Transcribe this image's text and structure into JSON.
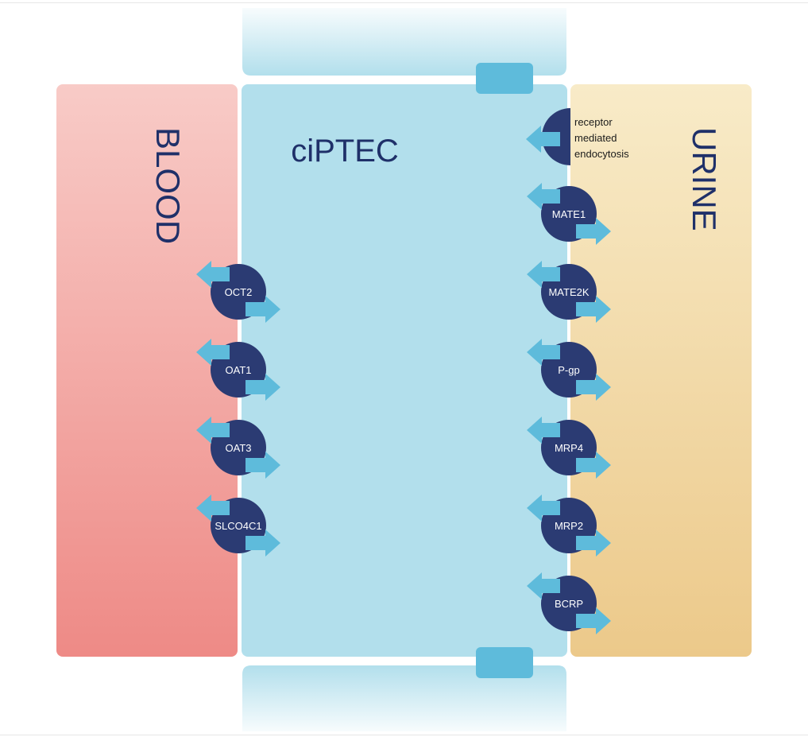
{
  "regions": {
    "blood": {
      "label": "BLOOD"
    },
    "cell": {
      "label": "ciPTEC"
    },
    "urine": {
      "label": "URINE"
    }
  },
  "endocytosis": {
    "lines": [
      "receptor",
      "mediated",
      "endocytosis"
    ]
  },
  "basolateral_transporters": [
    {
      "label": "OCT2"
    },
    {
      "label": "OAT1"
    },
    {
      "label": "OAT3"
    },
    {
      "label": "SLCO4C1"
    }
  ],
  "apical_transporters": [
    {
      "label": "MATE1"
    },
    {
      "label": "MATE2K"
    },
    {
      "label": "P-gp"
    },
    {
      "label": "MRP4"
    },
    {
      "label": "MRP2"
    },
    {
      "label": "BCRP"
    }
  ],
  "colors": {
    "blood_top": "#f8cbc7",
    "blood_bottom": "#ee8a86",
    "cell": "#b2dfec",
    "urine_top": "#f8ebc8",
    "urine_bottom": "#ecc98a",
    "transporter": "#2b3b73",
    "arrow": "#5ebbdb",
    "junction": "#5ebbdb",
    "label_text": "#1f3069"
  }
}
